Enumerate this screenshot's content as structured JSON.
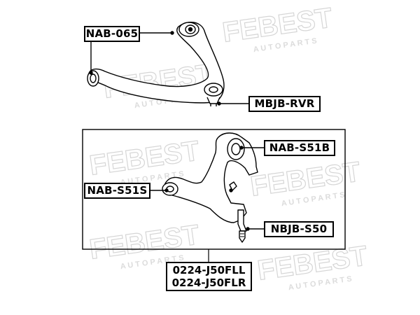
{
  "watermark": {
    "brand": "FEBEST",
    "tagline": "A U T O   P A R T S"
  },
  "callouts": {
    "upper_arm_front_bushing": "NAB-065",
    "upper_arm_ball_joint": "MBJB-RVR",
    "lower_arm_rear_bushing": "NAB-S51B",
    "lower_arm_front_bushing": "NAB-S51S",
    "lower_arm_ball_joint": "NBJB-S50"
  },
  "assembly_parts": {
    "left": "0224-J50FLL",
    "right": "0224-J50FLR"
  }
}
